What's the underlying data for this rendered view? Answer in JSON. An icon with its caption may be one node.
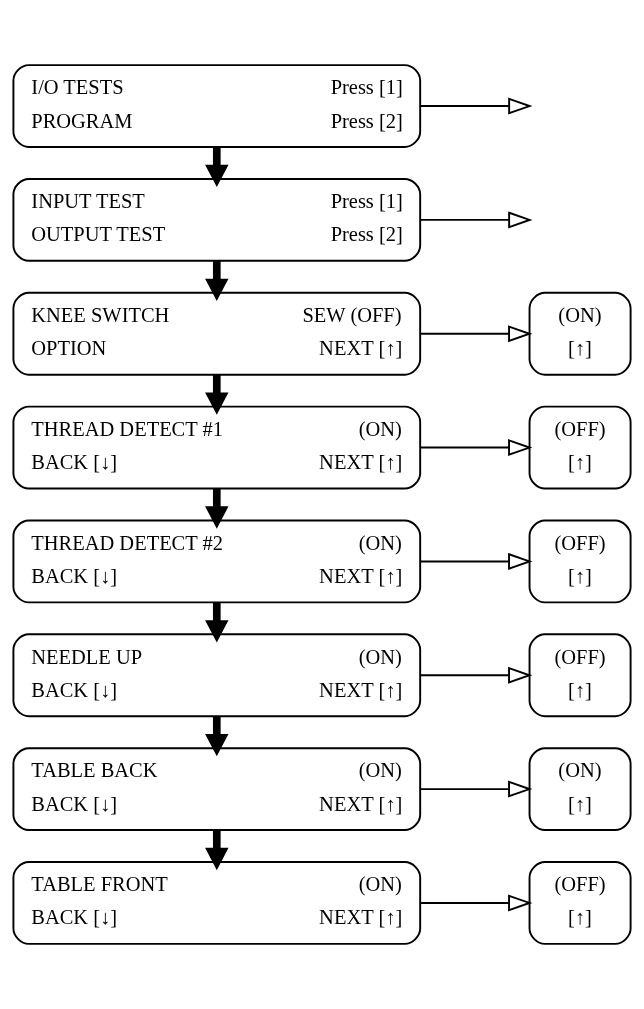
{
  "diagram": {
    "nodes": [
      {
        "text": [
          "I/O TESTS",
          "Press [1]",
          "PROGRAM",
          "Press [2]"
        ]
      },
      {
        "text": [
          "INPUT TEST",
          "Press [1]",
          "OUTPUT TEST",
          "Press [2]"
        ]
      },
      {
        "text": [
          "KNEE SWITCH",
          "SEW (OFF)",
          "OPTION",
          "NEXT [↑]"
        ]
      },
      {
        "text": [
          "THREAD DETECT #1",
          "(ON)",
          "BACK [↓]",
          "NEXT [↑]"
        ]
      },
      {
        "text": [
          "THREAD DETECT #2",
          "(ON)",
          "BACK [↓]",
          "NEXT [↑]"
        ]
      },
      {
        "text": [
          "NEEDLE UP",
          "(ON)",
          "BACK [↓]",
          "NEXT [↑]"
        ]
      },
      {
        "text": [
          "TABLE BACK",
          "(ON)",
          "BACK [↓]",
          "NEXT [↑]"
        ]
      },
      {
        "text": [
          "TABLE FRONT",
          "(ON)",
          "BACK [↓]",
          "NEXT [↑]"
        ]
      },
      {
        "text": [
          "(ON)",
          "[↑]"
        ]
      },
      {
        "text": [
          "(OFF)",
          "[↑]"
        ]
      },
      {
        "text": [
          "(OFF)",
          "[↑]"
        ]
      },
      {
        "text": [
          "(OFF)",
          "[↑]"
        ]
      },
      {
        "text": [
          "(ON)",
          "[↑]"
        ]
      },
      {
        "text": [
          "(OFF)",
          "[↑]"
        ]
      }
    ],
    "edges": [
      {
        "from": 0,
        "to": 1,
        "arrow": "to",
        "style": "thick"
      },
      {
        "from": 0,
        "to": null,
        "arrow": "to"
      },
      {
        "from": 1,
        "to": 2,
        "arrow": "to",
        "style": "thick"
      },
      {
        "from": 1,
        "to": null,
        "arrow": "to"
      },
      {
        "from": 2,
        "to": 8,
        "arrow": "to"
      },
      {
        "from": 2,
        "to": 3,
        "arrow": "to",
        "style": "thick"
      },
      {
        "from": 3,
        "to": 9,
        "arrow": "to"
      },
      {
        "from": 3,
        "to": 4,
        "arrow": "to",
        "style": "thick"
      },
      {
        "from": 4,
        "to": 10,
        "arrow": "to"
      },
      {
        "from": 4,
        "to": 5,
        "arrow": "to",
        "style": "thick"
      },
      {
        "from": 5,
        "to": 11,
        "arrow": "to"
      },
      {
        "from": 5,
        "to": 6,
        "arrow": "to",
        "style": "thick"
      },
      {
        "from": 6,
        "to": 12,
        "arrow": "to"
      },
      {
        "from": 6,
        "to": 7,
        "arrow": "to",
        "style": "thick"
      },
      {
        "from": 7,
        "to": 13,
        "arrow": "to"
      }
    ]
  }
}
